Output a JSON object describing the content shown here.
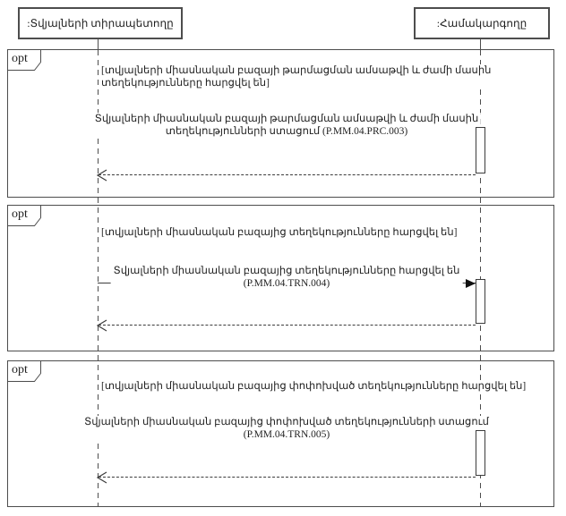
{
  "diagram": {
    "type": "uml-sequence-diagram",
    "actors": [
      {
        "label": ":Տվյալների տիրապետողը"
      },
      {
        "label": ":Համակարգողը"
      }
    ],
    "fragments": [
      {
        "operator": "opt",
        "guard_lines": [
          "[տվյալների միասնական բազայի թարմացման ամսաթվի և ժամի մասին",
          "տեղեկությունները հարցվել են]"
        ],
        "message_lines": [
          "Տվյալների միասնական բազայի թարմացման ամսաթվի և ժամի մասին",
          "տեղեկությունների ստացում (P.MM.04.PRC.003)"
        ]
      },
      {
        "operator": "opt",
        "guard_lines": [
          "[տվյալների միասնական բազայից տեղեկությունները հարցվել են]"
        ],
        "message_lines": [
          "Տվյալների միասնական բազայից տեղեկությունները հարցվել են",
          "(P.MM.04.TRN.004)"
        ]
      },
      {
        "operator": "opt",
        "guard_lines": [
          "[տվյալների միասնական բազայից փոփոխված տեղեկությունները հարցվել են]"
        ],
        "message_lines": [
          "Տվյալների միասնական բազայից փոփոխված տեղեկությունների ստացում",
          "(P.MM.04.TRN.005)"
        ]
      }
    ],
    "colors": {
      "background": "#ffffff",
      "stroke": "#4d4d4d",
      "arrow_fill": "#111111",
      "text": "#1f1f1f"
    }
  }
}
